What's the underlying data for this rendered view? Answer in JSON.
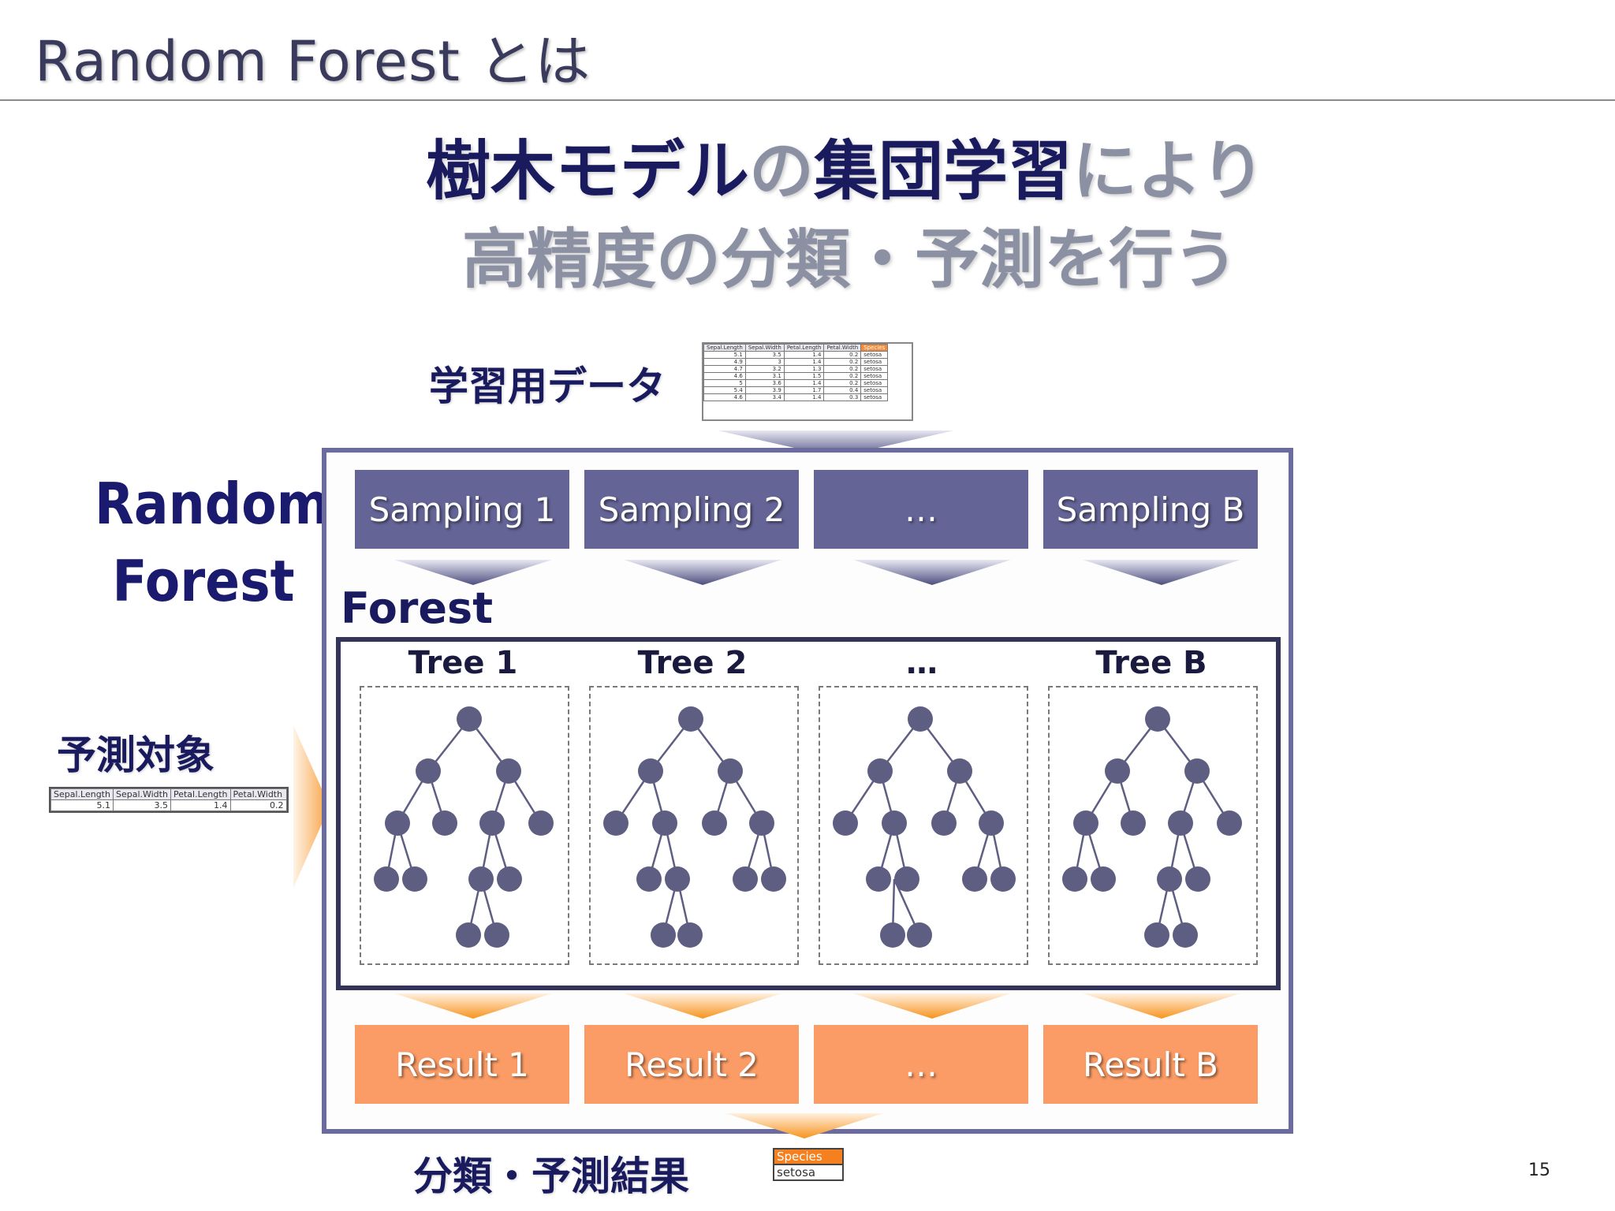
{
  "slide": {
    "title": "Random Forest とは",
    "page_number": "15"
  },
  "headline": {
    "line1_part1": "樹木モデル",
    "line1_part2": "の",
    "line1_part3": "集団学習",
    "line1_part4": "により",
    "line2": "高精度の分類・予測を行う"
  },
  "labels": {
    "training_data": "学習用データ",
    "random_forest_line1": "Random",
    "random_forest_line2": "Forest",
    "prediction_target": "予測対象",
    "forest": "Forest",
    "classification_result": "分類・予測結果"
  },
  "sampling": [
    "Sampling 1",
    "Sampling 2",
    "…",
    "Sampling B"
  ],
  "trees": [
    "Tree 1",
    "Tree 2",
    "…",
    "Tree B"
  ],
  "results": [
    "Result 1",
    "Result 2",
    "…",
    "Result B"
  ],
  "training_table": {
    "headers": [
      "Sepal.Length",
      "Sepal.Width",
      "Petal.Length",
      "Petal.Width",
      "Species"
    ],
    "rows": [
      [
        "5.1",
        "3.5",
        "1.4",
        "0.2",
        "setosa"
      ],
      [
        "4.9",
        "3",
        "1.4",
        "0.2",
        "setosa"
      ],
      [
        "4.7",
        "3.2",
        "1.3",
        "0.2",
        "setosa"
      ],
      [
        "4.6",
        "3.1",
        "1.5",
        "0.2",
        "setosa"
      ],
      [
        "5",
        "3.6",
        "1.4",
        "0.2",
        "setosa"
      ],
      [
        "5.4",
        "3.9",
        "1.7",
        "0.4",
        "setosa"
      ],
      [
        "4.6",
        "3.4",
        "1.4",
        "0.3",
        "setosa"
      ]
    ]
  },
  "target_table": {
    "headers": [
      "Sepal.Length",
      "Sepal.Width",
      "Petal.Length",
      "Petal.Width"
    ],
    "row": [
      "5.1",
      "3.5",
      "1.4",
      "0.2"
    ]
  },
  "result_table": {
    "header": "Species",
    "value": "setosa"
  },
  "colors": {
    "sampling_fill": "#646496",
    "result_fill": "#fb9c66",
    "tree_node": "#5e5e82",
    "headline_dark": "#1a1a5e",
    "headline_gray": "#8c90a3"
  }
}
